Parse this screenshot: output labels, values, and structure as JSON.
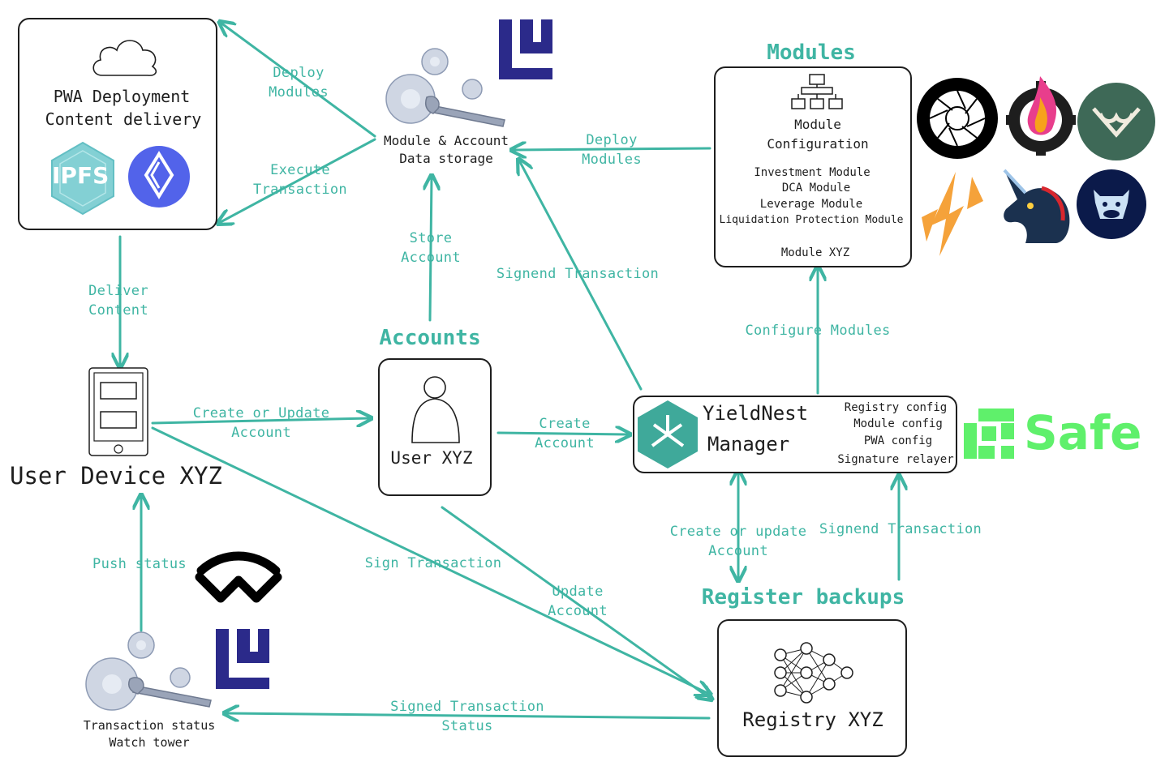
{
  "colors": {
    "accent": "#3fb5a3",
    "ink": "#1e1e1e",
    "safe_green": "#5ff06b",
    "logo_navy": "#2b2a8a"
  },
  "pwa_box": {
    "line1": "PWA Deployment",
    "line2": "Content delivery",
    "ipfs_logo": "IPFS"
  },
  "storage": {
    "line1": "Module & Account",
    "line2": "Data storage"
  },
  "modules": {
    "title": "Modules",
    "config_line1": "Module",
    "config_line2": "Configuration",
    "items": [
      "Investment Module",
      "DCA Module",
      "Leverage Module",
      "Liquidation Protection Module"
    ],
    "extra": "Module XYZ"
  },
  "accounts": {
    "title": "Accounts",
    "user": "User XYZ"
  },
  "device": {
    "label": "User Device XYZ"
  },
  "manager": {
    "line1": "YieldNest",
    "line2": "Manager",
    "configs": [
      "Registry config",
      "Module config",
      "PWA config",
      "Signature relayer"
    ]
  },
  "safe": {
    "label": "Safe"
  },
  "registry": {
    "title": "Register backups",
    "label": "Registry XYZ"
  },
  "tower": {
    "line1": "Transaction status",
    "line2": "Watch tower"
  },
  "edges": {
    "deploy_modules_1": [
      "Deploy",
      "Modules"
    ],
    "execute_tx": [
      "Execute",
      "Transaction"
    ],
    "deploy_modules_2": [
      "Deploy",
      "Modules"
    ],
    "deliver_content": [
      "Deliver",
      "Content"
    ],
    "store_account": [
      "Store",
      "Account"
    ],
    "signend_tx_1": "Signend Transaction",
    "configure_modules": "Configure Modules",
    "create_update_account": [
      "Create or Update",
      "Account"
    ],
    "create_account": [
      "Create",
      "Account"
    ],
    "create_update_account_2": [
      "Create or update",
      "Account"
    ],
    "signend_tx_2": "Signend Transaction",
    "push_status": "Push status",
    "sign_tx": "Sign Transaction",
    "update_account": [
      "Update",
      "Account"
    ],
    "signed_tx_status": [
      "Signed Transaction",
      "Status"
    ]
  },
  "icons": [
    "cloud-icon",
    "ipfs-logo-icon",
    "ens-logo-icon",
    "gears-wrench-icon",
    "l2-logo-icon",
    "hierarchy-icon",
    "person-icon",
    "phone-icon",
    "yieldnest-logo-icon",
    "safe-logo-icon",
    "neural-network-icon",
    "walletconnect-icon",
    "aperture-logo-icon",
    "flame-gear-logo-icon",
    "gnosis-owl-icon",
    "lightning-logo-icon",
    "unicorn-logo-icon",
    "cow-logo-icon"
  ]
}
